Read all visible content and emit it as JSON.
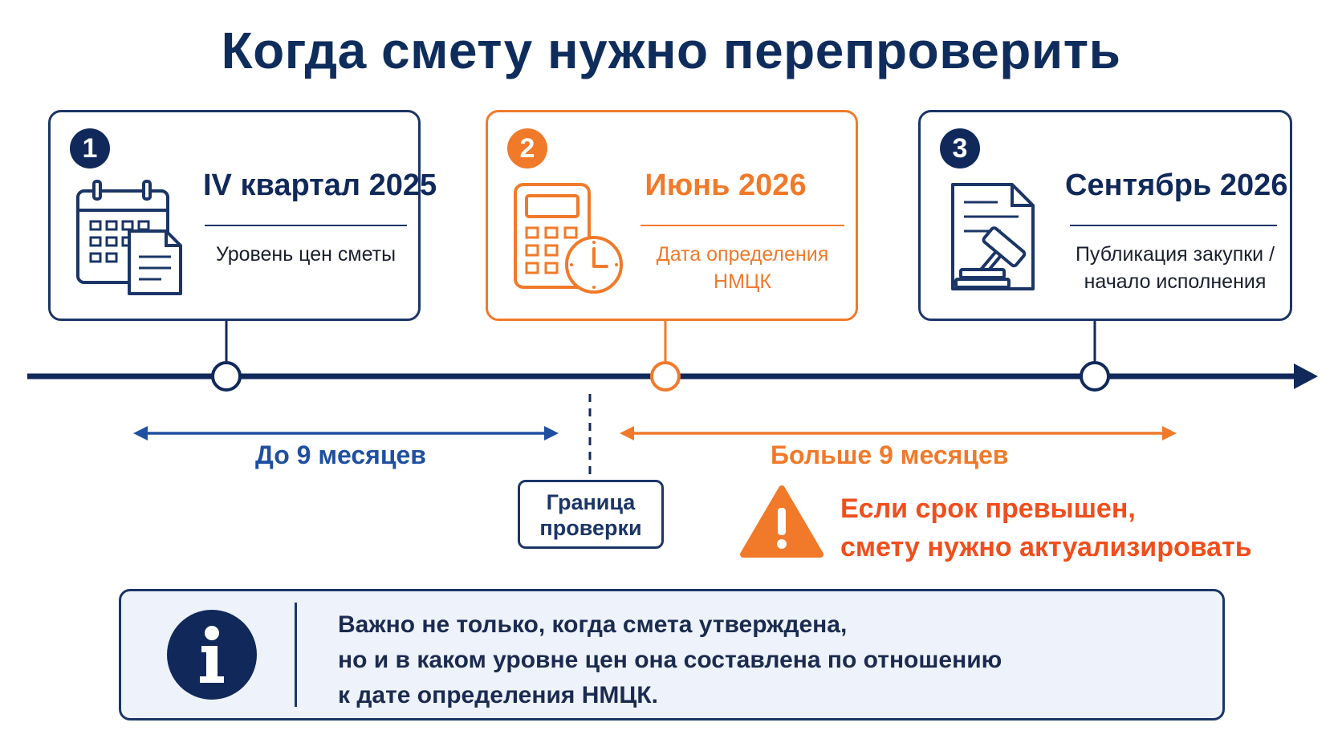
{
  "title": "Когда смету нужно перепроверить",
  "cards": [
    {
      "number": "1",
      "title": "IV квартал 2025",
      "subtitle_lines": [
        "Уровень цен сметы"
      ],
      "icon": "calendar-document-icon"
    },
    {
      "number": "2",
      "title": "Июнь 2026",
      "subtitle_lines": [
        "Дата определения НМЦК"
      ],
      "icon": "calculator-clock-icon"
    },
    {
      "number": "3",
      "title": "Сентябрь 2026",
      "subtitle_lines": [
        "Публикация закупки /",
        "начало исполнения"
      ],
      "icon": "document-gavel-icon"
    }
  ],
  "ranges": {
    "before": "До 9 месяцев",
    "after": "Больше 9 месяцев"
  },
  "boundary": {
    "lines": [
      "Граница",
      "проверки"
    ]
  },
  "warning": {
    "icon": "warning-triangle-icon",
    "lines": [
      "Если срок превышен,",
      "смету нужно актуализировать"
    ]
  },
  "info": {
    "icon": "info-icon",
    "lines": [
      "Важно не только, когда смета утверждена,",
      "но и в каком уровне цен она составлена по отношению",
      "к дате определения НМЦК."
    ]
  },
  "colors": {
    "navy": "#10295a",
    "orange": "#f07a2a",
    "blue": "#1f4fa0",
    "alert": "#f04e1c"
  }
}
